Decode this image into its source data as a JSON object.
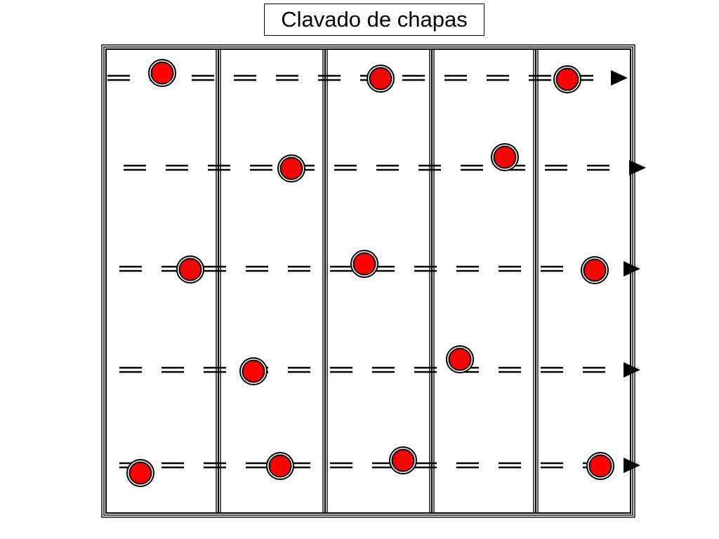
{
  "title": "Clavado de chapas",
  "colors": {
    "line": "#000000",
    "nail_fill": "#ff0000",
    "background": "#ffffff"
  },
  "sheets": {
    "count": 5
  },
  "nail_rows": [
    {
      "row": 1,
      "nails_per_row": 3
    },
    {
      "row": 2,
      "nails_per_row": 2
    },
    {
      "row": 3,
      "nails_per_row": 3
    },
    {
      "row": 4,
      "nails_per_row": 2
    },
    {
      "row": 5,
      "nails_per_row": 4
    }
  ]
}
